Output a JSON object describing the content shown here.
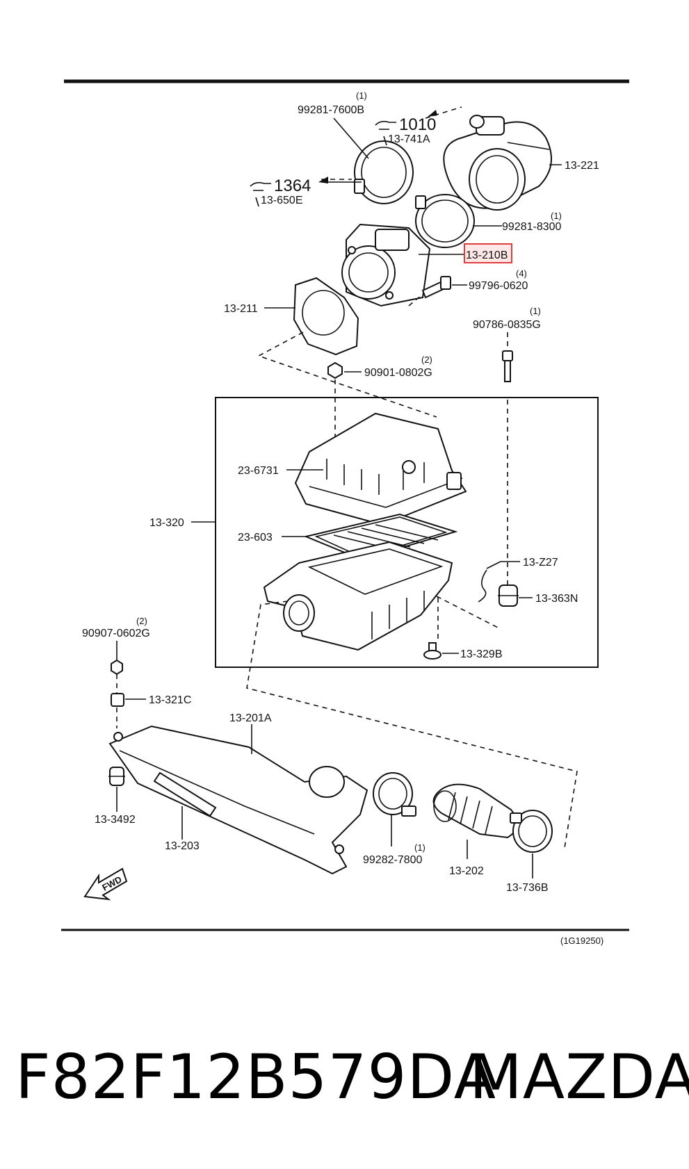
{
  "diagram": {
    "ref_code": "(1G19250)",
    "fwd_label": "FWD",
    "highlight_color": "#e23b3b",
    "labels": {
      "p99281_7600b": "99281-7600B",
      "q99281_7600b": "(1)",
      "p1010": "1010",
      "p13_741a": "13-741A",
      "p1364": "1364",
      "p13_650e": "13-650E",
      "p13_221": "13-221",
      "p99281_8300": "99281-8300",
      "q99281_8300": "(1)",
      "p13_210b": "13-210B",
      "p99796_0620": "99796-0620",
      "q99796_0620": "(4)",
      "p13_211": "13-211",
      "p90786_0835g": "90786-0835G",
      "q90786_0835g": "(1)",
      "p90901_0802g": "90901-0802G",
      "q90901_0802g": "(2)",
      "p23_6731": "23-6731",
      "p13_320": "13-320",
      "p23_603": "23-603",
      "p13_z27": "13-Z27",
      "p13_363n": "13-363N",
      "p13_329b": "13-329B",
      "p90907_0602g": "90907-0602G",
      "q90907_0602g": "(2)",
      "p13_321c": "13-321C",
      "p13_201a": "13-201A",
      "p13_3492": "13-3492",
      "p13_203": "13-203",
      "p99282_7800": "99282-7800",
      "q99282_7800": "(1)",
      "p13_202": "13-202",
      "p13_736b": "13-736B"
    }
  },
  "footer": {
    "part_number": "F82F12B579DA",
    "brand": "MAZDA"
  }
}
